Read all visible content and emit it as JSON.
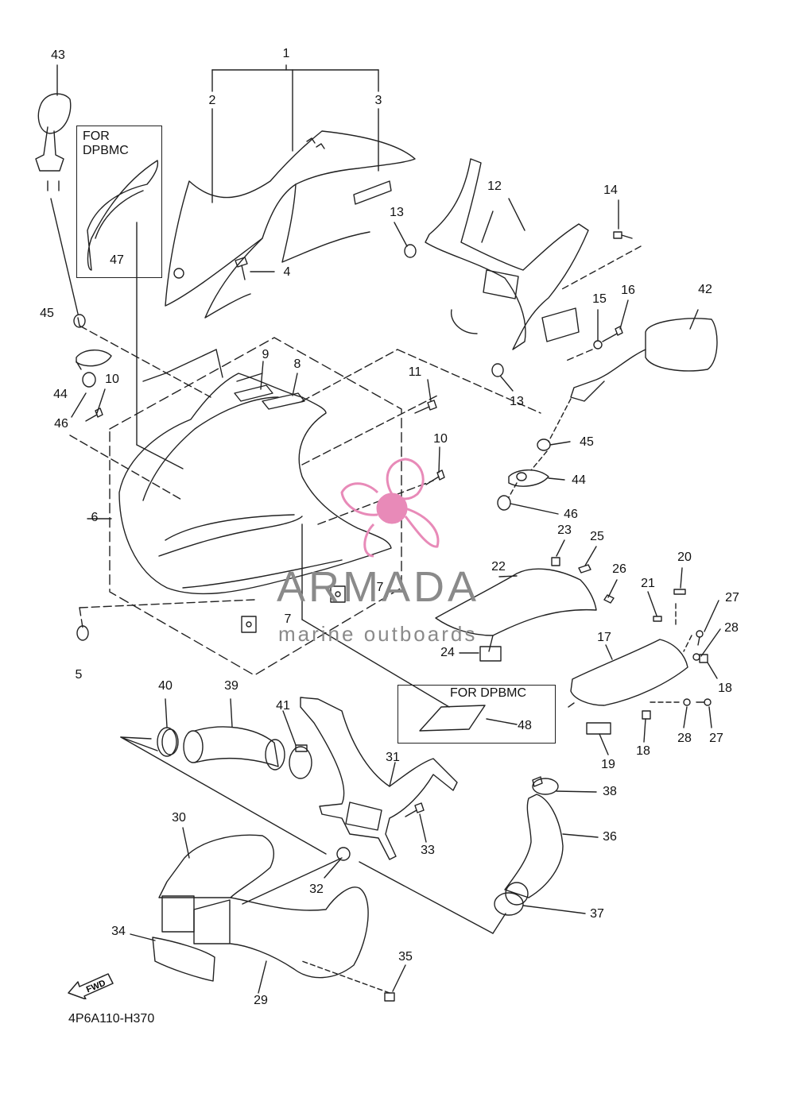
{
  "diagram_code": "4P6A110-H370",
  "fwd_label": "FWD",
  "note_box_1": {
    "line1": "FOR",
    "line2": "DPBMC"
  },
  "note_box_2": {
    "text": "FOR DPBMC"
  },
  "watermark": {
    "brand": "ARMADA",
    "tagline": "marine outboards",
    "logo_color": "#e88ab8",
    "text_color": "#8a8a8a"
  },
  "line_color": "#222222",
  "callouts": [
    "1",
    "2",
    "3",
    "4",
    "5",
    "6",
    "7",
    "7",
    "8",
    "9",
    "10",
    "10",
    "11",
    "12",
    "13",
    "13",
    "14",
    "15",
    "16",
    "17",
    "18",
    "18",
    "19",
    "20",
    "21",
    "22",
    "23",
    "24",
    "25",
    "26",
    "27",
    "27",
    "28",
    "28",
    "29",
    "30",
    "31",
    "32",
    "33",
    "34",
    "35",
    "36",
    "37",
    "38",
    "39",
    "40",
    "41",
    "42",
    "43",
    "44",
    "44",
    "45",
    "45",
    "46",
    "46",
    "47",
    "48"
  ]
}
